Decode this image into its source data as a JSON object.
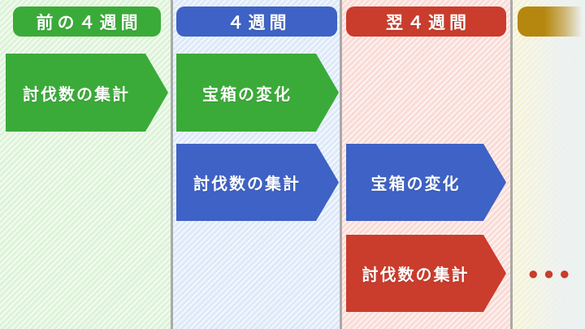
{
  "diagram": {
    "title_visible": false,
    "columns": [
      {
        "header": "前の４週間",
        "theme": "green",
        "arrows": [
          {
            "label": "討伐数の集計",
            "color": "green"
          }
        ]
      },
      {
        "header": "４週間",
        "theme": "blue",
        "arrows": [
          {
            "label": "宝箱の変化",
            "color": "green"
          },
          {
            "label": "討伐数の集計",
            "color": "blue"
          }
        ]
      },
      {
        "header": "翌４週間",
        "theme": "red",
        "arrows": [
          {
            "label": "宝箱の変化",
            "color": "blue"
          },
          {
            "label": "討伐数の集計",
            "color": "red"
          }
        ]
      },
      {
        "header": "",
        "theme": "gold",
        "ellipsis": "●●●"
      }
    ],
    "colors": {
      "green": "#3aab38",
      "blue": "#3e62c5",
      "red": "#ca3c2c",
      "gold": "#b5870f",
      "divider": "#a9a9a9",
      "col1_bg": "#ddf3d8",
      "col2_bg": "#dde9f9",
      "col3_bg": "#fadbd6",
      "col4_bg": "#f5f2d1"
    }
  }
}
